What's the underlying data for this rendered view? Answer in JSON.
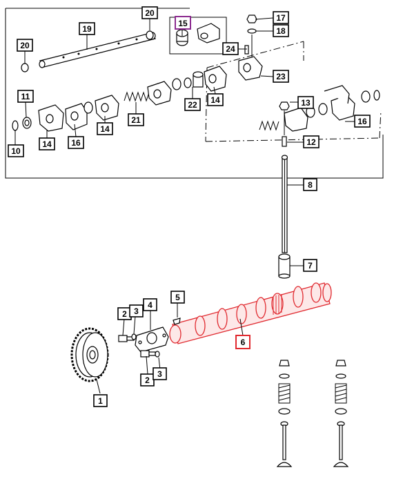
{
  "diagram": {
    "callouts": [
      {
        "id": "c1",
        "label": "1"
      },
      {
        "id": "c2a",
        "label": "2"
      },
      {
        "id": "c2b",
        "label": "2"
      },
      {
        "id": "c3a",
        "label": "3"
      },
      {
        "id": "c3b",
        "label": "3"
      },
      {
        "id": "c4",
        "label": "4"
      },
      {
        "id": "c5",
        "label": "5"
      },
      {
        "id": "c6",
        "label": "6"
      },
      {
        "id": "c7",
        "label": "7"
      },
      {
        "id": "c8",
        "label": "8"
      },
      {
        "id": "c10",
        "label": "10"
      },
      {
        "id": "c11",
        "label": "11"
      },
      {
        "id": "c12",
        "label": "12"
      },
      {
        "id": "c13",
        "label": "13"
      },
      {
        "id": "c14a",
        "label": "14"
      },
      {
        "id": "c14b",
        "label": "14"
      },
      {
        "id": "c14c",
        "label": "14"
      },
      {
        "id": "c15",
        "label": "15"
      },
      {
        "id": "c16a",
        "label": "16"
      },
      {
        "id": "c16b",
        "label": "16"
      },
      {
        "id": "c17",
        "label": "17"
      },
      {
        "id": "c18",
        "label": "18"
      },
      {
        "id": "c19",
        "label": "19"
      },
      {
        "id": "c20a",
        "label": "20"
      },
      {
        "id": "c20b",
        "label": "20"
      },
      {
        "id": "c21",
        "label": "21"
      },
      {
        "id": "c22",
        "label": "22"
      },
      {
        "id": "c23",
        "label": "23"
      },
      {
        "id": "c24",
        "label": "24"
      }
    ],
    "highlight_colors": {
      "selected_part": "#e0282e",
      "sub_part": "#8b2a8f"
    }
  }
}
